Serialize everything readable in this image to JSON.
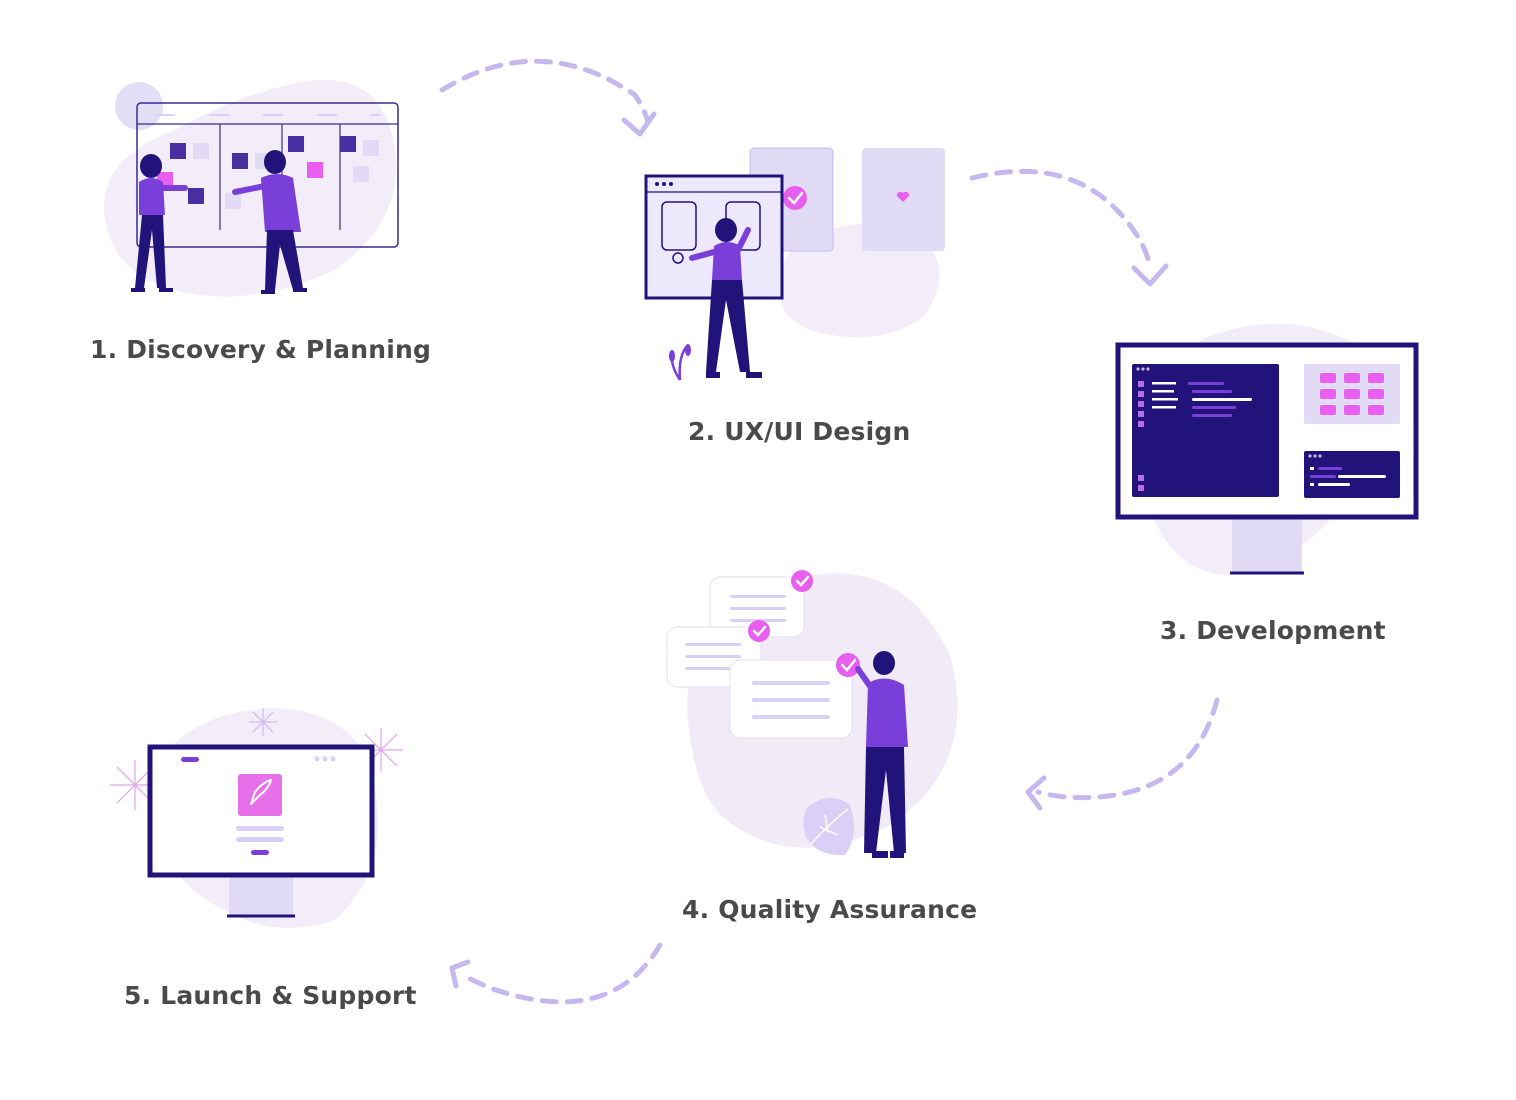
{
  "steps": [
    {
      "number": "1.",
      "title": "Discovery & Planning",
      "icon": "planning-board-illustration"
    },
    {
      "number": "2.",
      "title": "UX/UI Design",
      "icon": "wireframe-design-illustration"
    },
    {
      "number": "3.",
      "title": "Development",
      "icon": "code-monitor-illustration"
    },
    {
      "number": "4.",
      "title": "Quality Assurance",
      "icon": "checklist-review-illustration"
    },
    {
      "number": "5.",
      "title": "Launch & Support",
      "icon": "rocket-launch-monitor-illustration"
    }
  ],
  "colors": {
    "label": "#4a4a4a",
    "navy": "#22137a",
    "purple": "#7b3fd9",
    "pink": "#e85ff0",
    "lavender": "#d9cff7",
    "blob": "#efe9f7",
    "arrow": "#c6b8ef"
  }
}
